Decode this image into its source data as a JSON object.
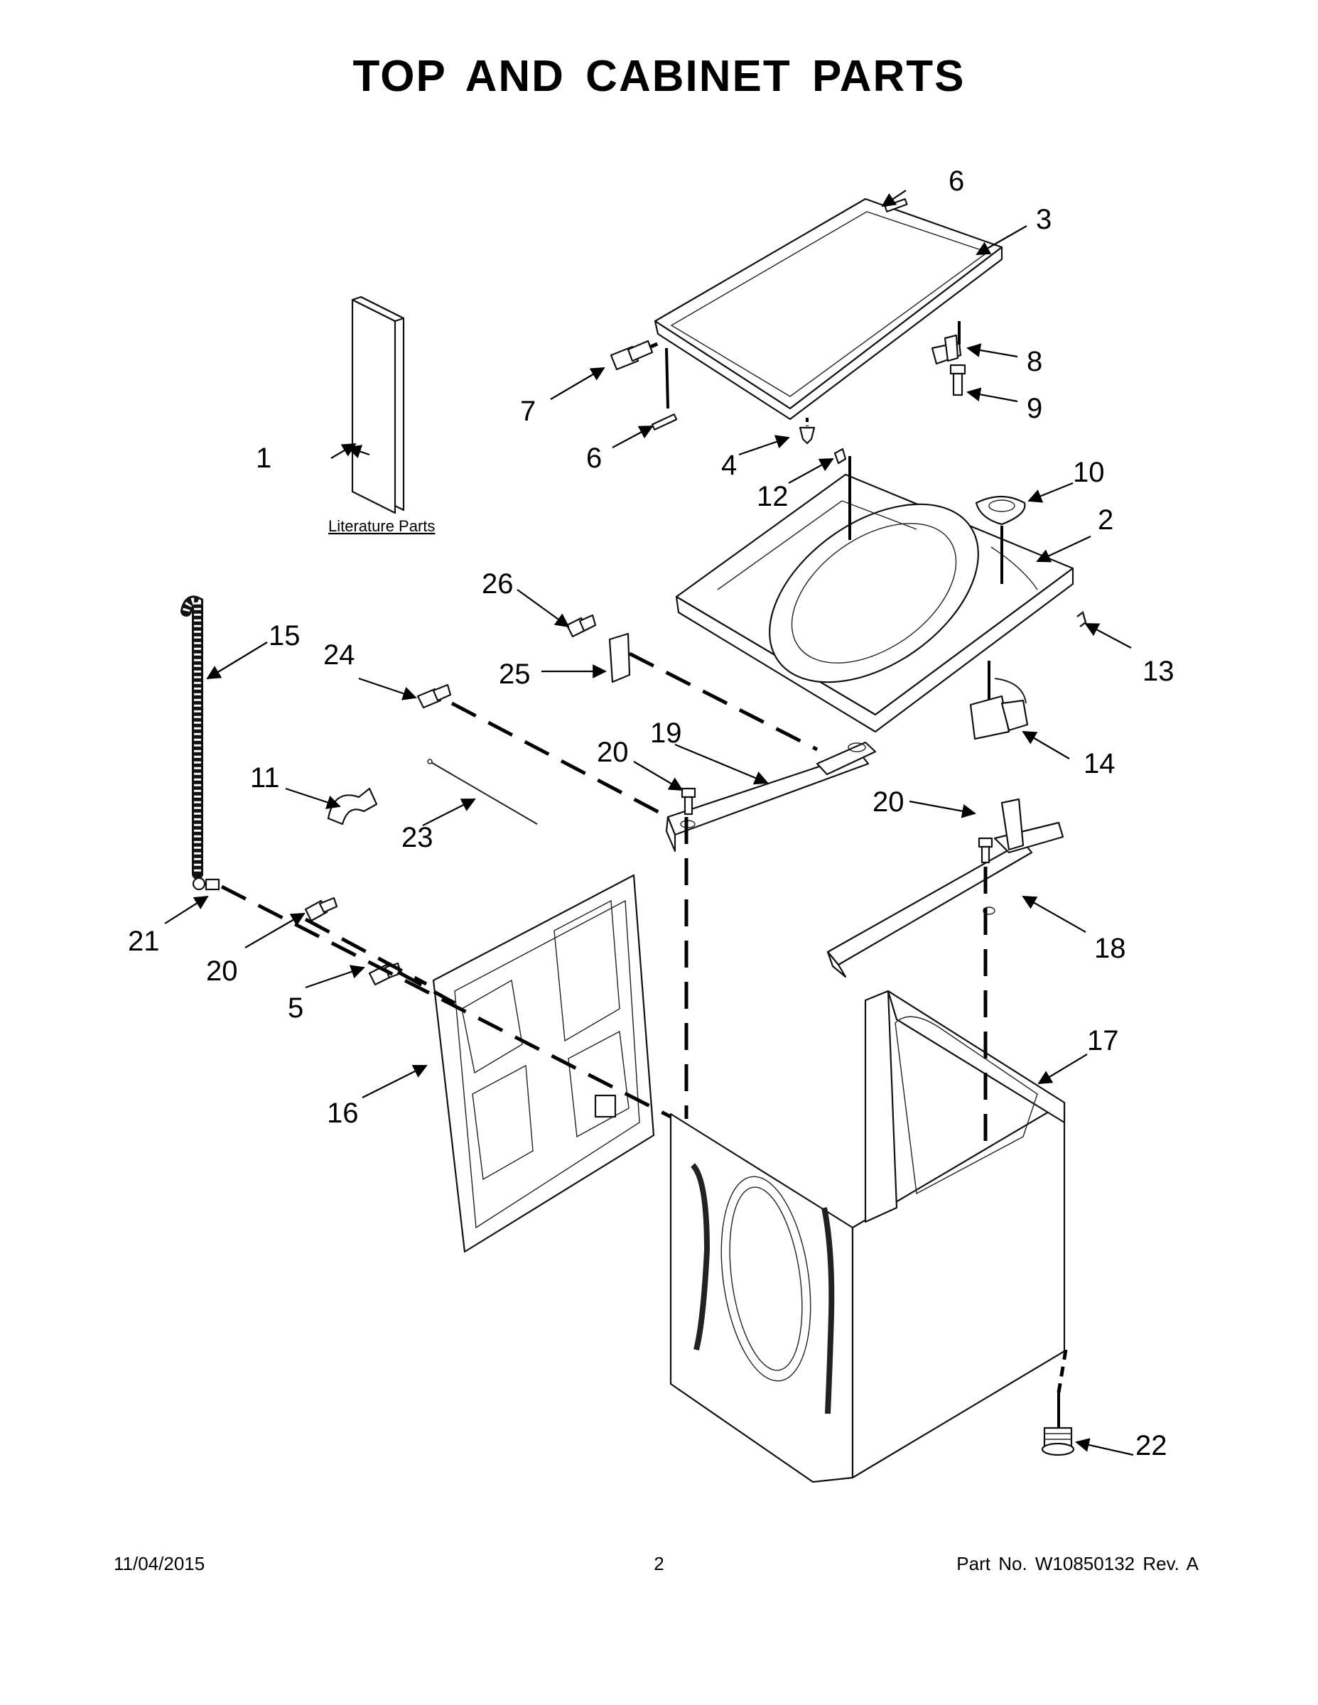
{
  "title": "TOP AND CABINET PARTS",
  "literature_label": "Literature Parts",
  "callouts": [
    "1",
    "2",
    "3",
    "4",
    "5",
    "6",
    "6",
    "7",
    "8",
    "9",
    "10",
    "11",
    "12",
    "13",
    "14",
    "15",
    "16",
    "17",
    "18",
    "19",
    "20",
    "20",
    "20",
    "21",
    "22",
    "23",
    "24",
    "25",
    "26"
  ],
  "footer": {
    "date": "11/04/2015",
    "page": "2",
    "part_number": "Part No.  W10850132  Rev.  A"
  }
}
